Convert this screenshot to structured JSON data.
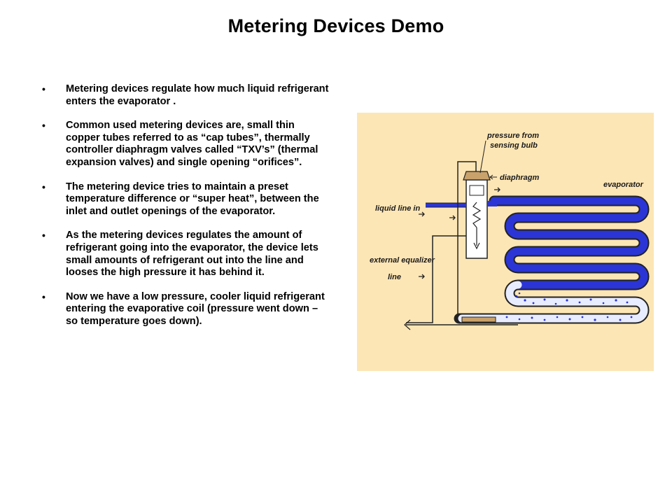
{
  "slide": {
    "title": "Metering Devices Demo"
  },
  "bullets": [
    {
      "text": "Metering devices regulate how much liquid refrigerant enters the evaporator ."
    },
    {
      "text": "Common used metering devices are, small thin copper tubes referred to as “cap tubes”, thermally controller diaphragm valves called “TXV’s” (thermal expansion valves) and single opening “orifices”."
    },
    {
      "text": "The metering device tries to maintain a preset temperature difference or “super heat”, between the inlet and outlet openings of the evaporator."
    },
    {
      "text": "As the metering devices regulates the amount of refrigerant going into the evaporator, the device lets small amounts of refrigerant out into the line and looses the high pressure it has behind it."
    },
    {
      "text": "Now we have a low pressure, cooler liquid refrigerant entering the evaporative coil (pressure went down – so temperature goes down)."
    }
  ],
  "bullet_symbol": "•",
  "figure": {
    "labels": {
      "pressure_line1": "pressure from",
      "pressure_line2": "sensing bulb",
      "diaphragm": "diaphragm",
      "evaporator": "evaporator",
      "liquid_line": "liquid line in",
      "equalizer_line1": "external equalizer",
      "equalizer_line2": "line"
    },
    "colors": {
      "background": "#fde6b5",
      "coil": "#2b35d6",
      "outline": "#222222"
    }
  }
}
